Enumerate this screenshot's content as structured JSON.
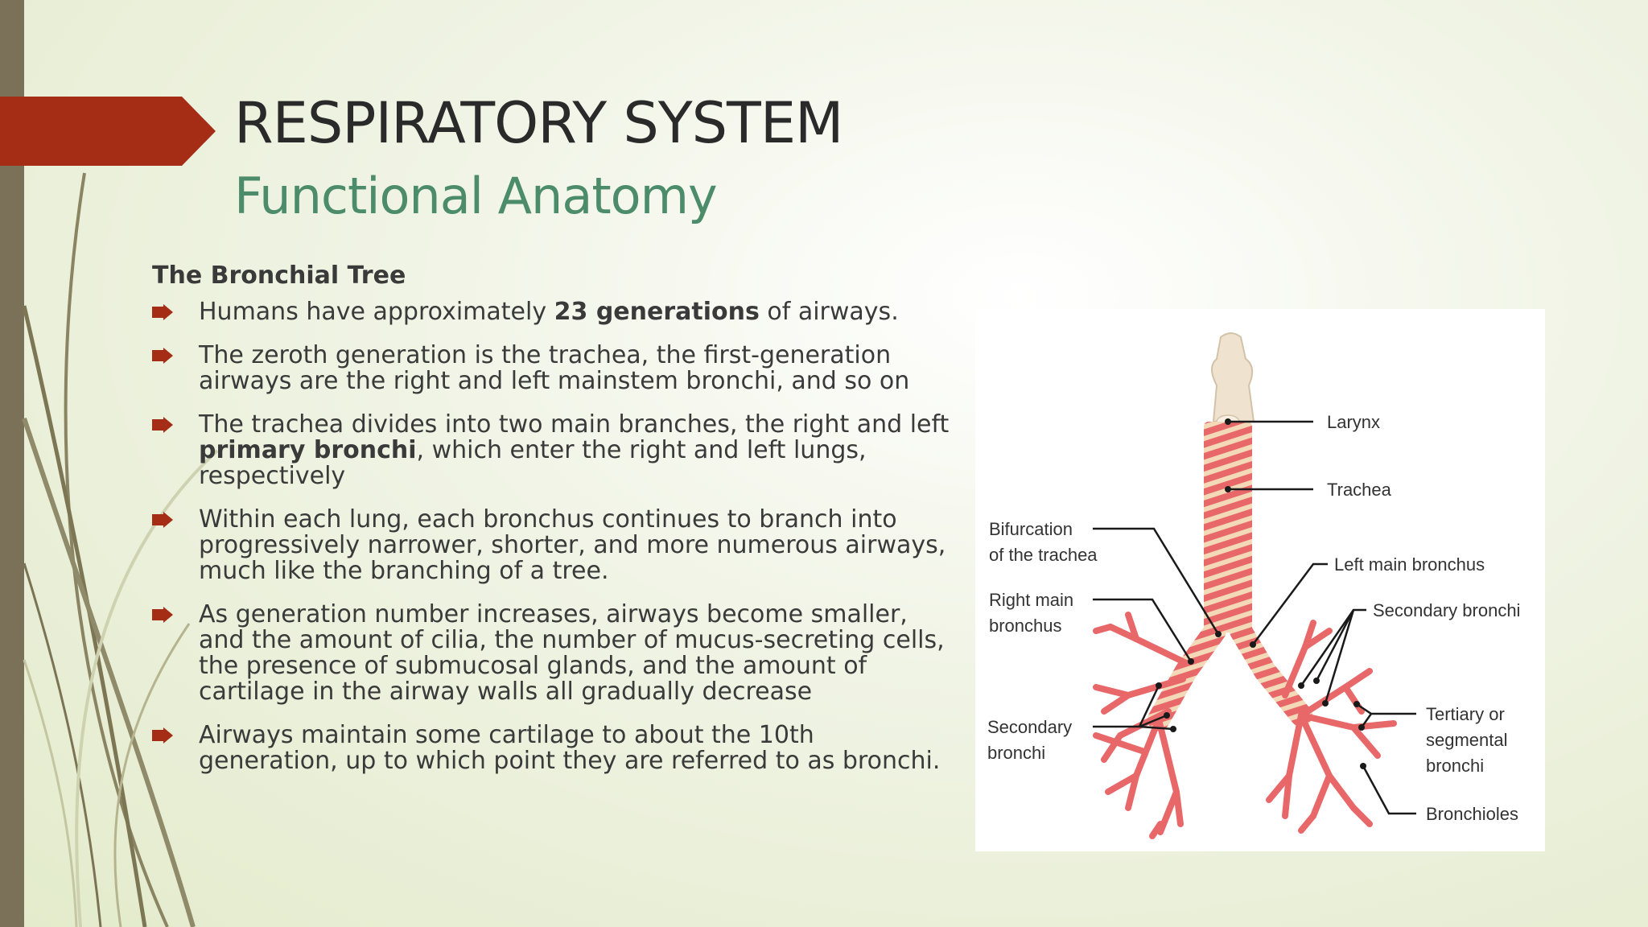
{
  "slide": {
    "title": "RESPIRATORY SYSTEM",
    "subtitle": "Functional Anatomy",
    "accent_color": "#a52c15",
    "subtitle_color": "#4c8c6b",
    "sidebar_color": "#7a7158"
  },
  "content": {
    "heading": "The Bronchial Tree",
    "bullets": [
      {
        "parts": [
          "Humans have approximately ",
          "23 generations",
          " of airways."
        ]
      },
      {
        "text": "The zeroth generation is the trachea, the first-generation airways are the right and left mainstem bronchi, and so on"
      },
      {
        "parts": [
          "The trachea divides into two main branches, the right and left ",
          "primary bronchi",
          ", which enter the right and left lungs, respectively"
        ]
      },
      {
        "text": "Within each lung, each bronchus continues to branch into progressively narrower, shorter, and more numerous airways, much like the branching of a tree."
      },
      {
        "text": "As generation number increases, airways become smaller, and the amount of cilia, the number of mucus-secreting cells, the presence of submucosal glands, and the amount of cartilage in the airway walls all gradually decrease"
      },
      {
        "text": "Airways maintain some cartilage to about the 10th generation, up to which point they are referred to as bronchi."
      }
    ]
  },
  "figure": {
    "labels": {
      "larynx": "Larynx",
      "trachea": "Trachea",
      "bifurcation_1": "Bifurcation",
      "bifurcation_2": "of the trachea",
      "left_main_bronchus": "Left main bronchus",
      "right_main_1": "Right main",
      "right_main_2": "bronchus",
      "secondary_bronchi_right": "Secondary bronchi",
      "secondary_left_1": "Secondary",
      "secondary_left_2": "bronchi",
      "tertiary_1": "Tertiary or",
      "tertiary_2": "segmental",
      "tertiary_3": "bronchi",
      "bronchioles": "Bronchioles"
    },
    "colors": {
      "airway": "#e8686a",
      "cartilage": "#f3d9b8",
      "larynx": "#efe3d0"
    }
  }
}
